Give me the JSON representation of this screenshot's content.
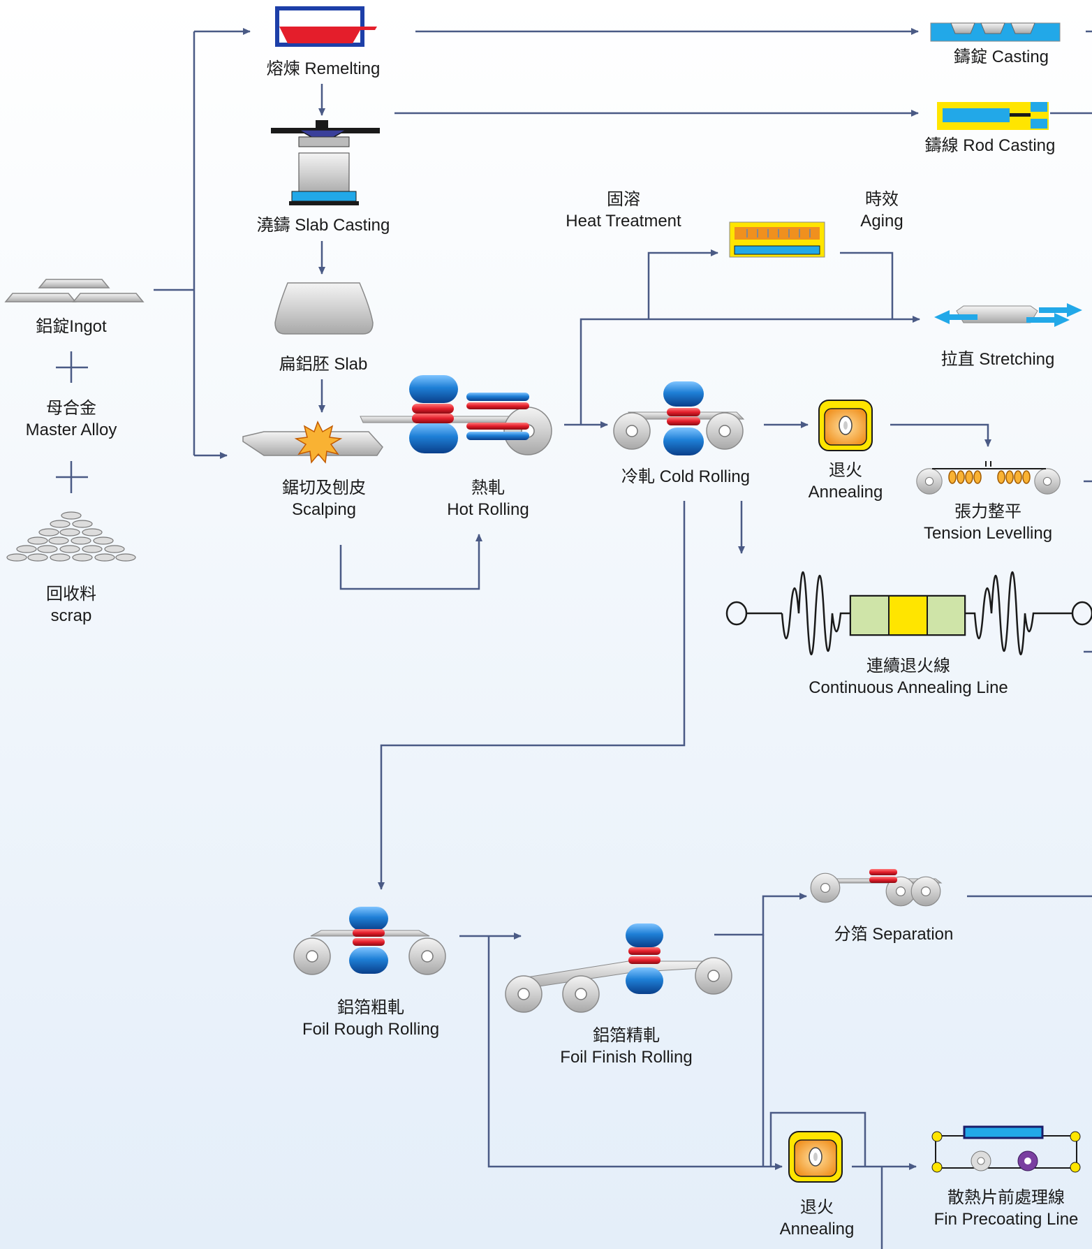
{
  "nodes": {
    "ingot": {
      "zh": "鋁錠Ingot"
    },
    "master_alloy": {
      "zh": "母合金",
      "en": "Master Alloy"
    },
    "scrap": {
      "zh": "回收料",
      "en": "scrap"
    },
    "remelting": {
      "zh": "熔煉",
      "en": "Remelting"
    },
    "slab_casting": {
      "zh": "澆鑄",
      "en": "Slab Casting"
    },
    "slab": {
      "zh": "扁鋁胚",
      "en": "Slab"
    },
    "scalping": {
      "zh": "鋸切及刨皮",
      "en": "Scalping"
    },
    "hot_rolling": {
      "zh": "熱軋",
      "en": "Hot Rolling"
    },
    "cold_rolling": {
      "zh": "冷軋",
      "en": "Cold Rolling"
    },
    "casting": {
      "zh": "鑄錠",
      "en": "Casting"
    },
    "rod_casting": {
      "zh": "鑄線",
      "en": "Rod Casting"
    },
    "heat_treatment": {
      "zh": "固溶",
      "en": "Heat Treatment"
    },
    "aging": {
      "zh": "時效",
      "en": "Aging"
    },
    "stretching": {
      "zh": "拉直",
      "en": "Stretching"
    },
    "annealing_1": {
      "zh": "退火",
      "en": "Annealing"
    },
    "tension_levelling": {
      "zh": "張力整平",
      "en": "Tension Levelling"
    },
    "continuous_annealing": {
      "zh": "連續退火線",
      "en": "Continuous Annealing Line"
    },
    "foil_rough": {
      "zh": "鋁箔粗軋",
      "en": "Foil Rough Rolling"
    },
    "foil_finish": {
      "zh": "鋁箔精軋",
      "en": "Foil Finish Rolling"
    },
    "separation": {
      "zh": "分箔",
      "en": "Separation"
    },
    "annealing_2": {
      "zh": "退火",
      "en": "Annealing"
    },
    "fin_precoating": {
      "zh": "散熱片前處理線",
      "en": "Fin Precoating Line"
    }
  },
  "colors": {
    "line": "#4a5a85",
    "roll_blue": "#1e7fd6",
    "roll_red": "#e41e2b",
    "furnace_orange": "#f0901e",
    "yellow": "#ffe500",
    "light_blue": "#22a8e8",
    "green": "#cfe4a8",
    "metal": "#d4d4d4"
  }
}
